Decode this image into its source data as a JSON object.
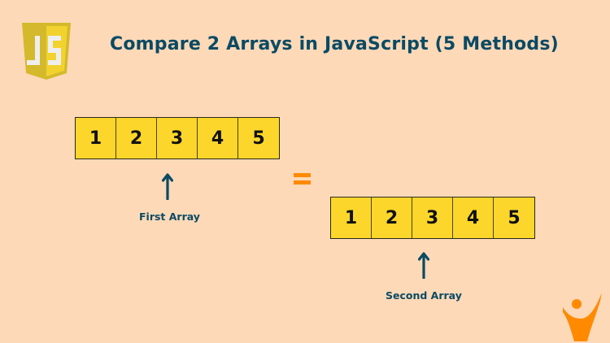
{
  "header": {
    "logo_icon": "javascript-shield-icon",
    "title": "Compare 2 Arrays in JavaScript (5 Methods)"
  },
  "first_array": {
    "values": [
      "1",
      "2",
      "3",
      "4",
      "5"
    ],
    "label": "First Array",
    "arrow_icon": "arrow-up-icon"
  },
  "operator": {
    "symbol": "=",
    "icon": "equals-icon"
  },
  "second_array": {
    "values": [
      "1",
      "2",
      "3",
      "4",
      "5"
    ],
    "label": "Second Array",
    "arrow_icon": "arrow-up-icon"
  },
  "brand_logo": "person-v-logo-icon",
  "colors": {
    "background": "#fdd9b8",
    "title": "#0b4a63",
    "cell_fill": "#fcd62a",
    "accent": "#ff8a00",
    "js_logo_dark": "#d4b92c",
    "js_logo_light": "#f2d22e"
  }
}
